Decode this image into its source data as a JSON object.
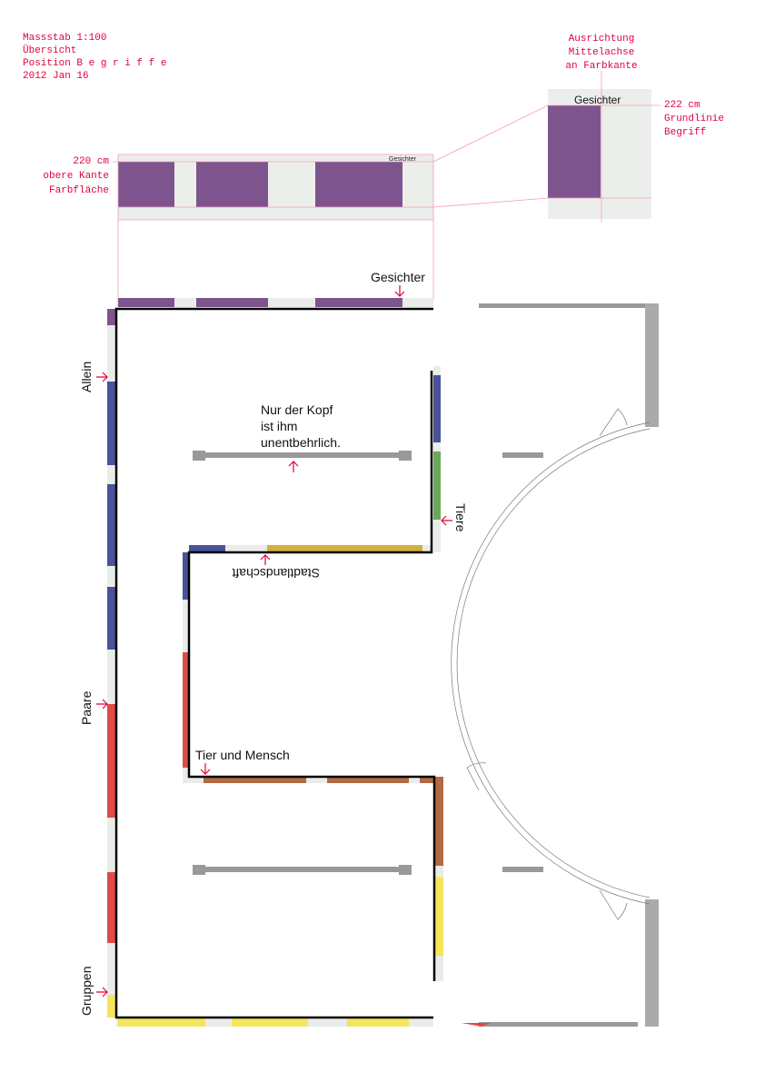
{
  "header_notes": [
    "Massstab 1:100",
    "Übersicht",
    "Position B e g r i f f e",
    "2012 Jan 16"
  ],
  "elevation_front": {
    "note_lines": [
      "220 cm",
      "obere Kante",
      "Farbfläche"
    ],
    "term": "Gesichter"
  },
  "elevation_side": {
    "top_note_lines": [
      "Ausrichtung",
      "Mittelachse",
      "an Farbkante"
    ],
    "right_note_lines": [
      "222 cm",
      "Grundlinie",
      "Begriff"
    ],
    "term": "Gesichter"
  },
  "plan_labels": {
    "gesichter": "Gesichter",
    "allein": "Allein",
    "paare": "Paare",
    "gruppen": "Gruppen",
    "quote": [
      "Nur der Kopf",
      "ist ihm",
      "unentbehrlich."
    ],
    "tiere": "Tiere",
    "stadtlandschaft": "Stadtlandschaft",
    "tier_und_mensch": "Tier und Mensch"
  },
  "colors": {
    "purple": "#7e548e",
    "blue": "#4a5298",
    "green": "#6aa85a",
    "gold": "#d4b03c",
    "red": "#de4b48",
    "brown": "#b06a45",
    "yellow": "#f5e55a",
    "light": "#e9ece8",
    "accent": "#e2003d"
  }
}
